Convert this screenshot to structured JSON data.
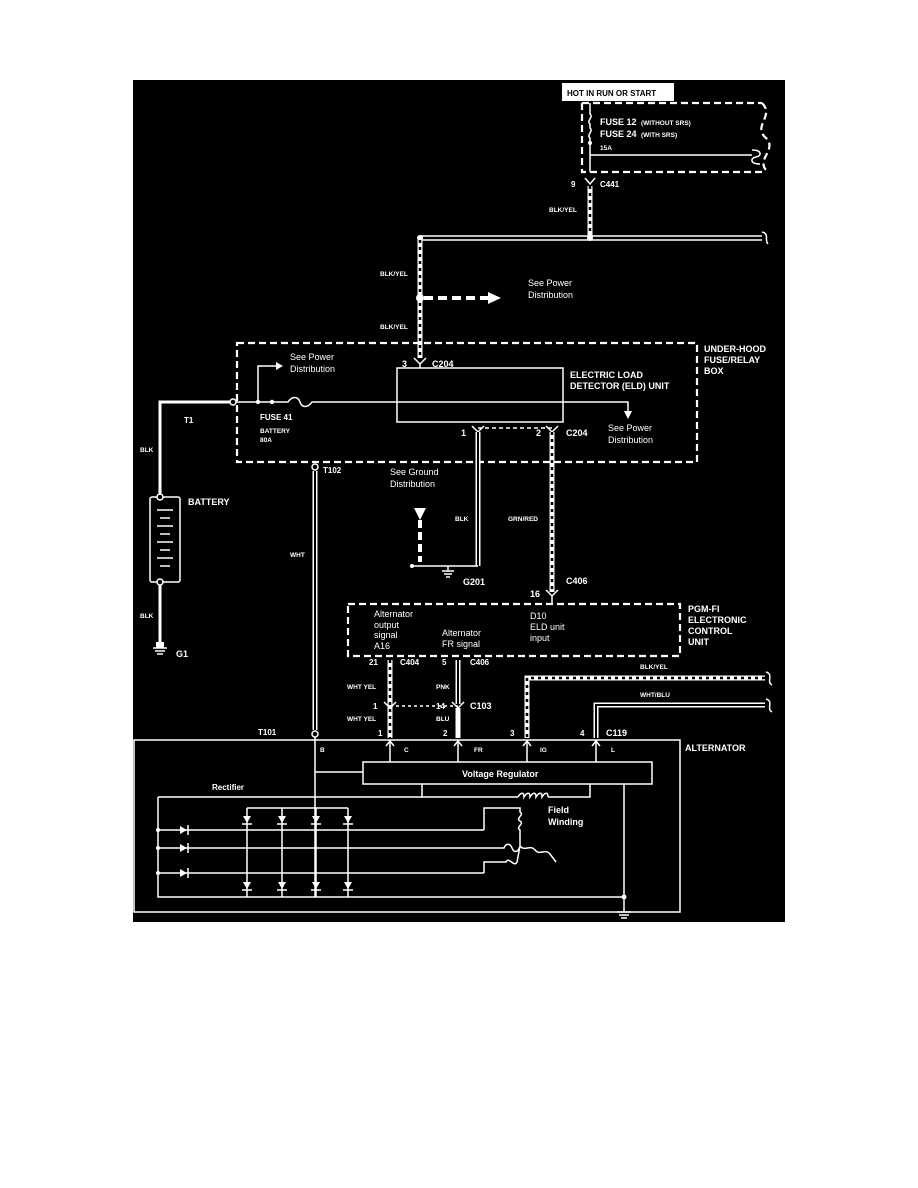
{
  "colors": {
    "background": "#000000",
    "foreground": "#ffffff"
  },
  "header": {
    "hot": "HOT IN RUN OR START"
  },
  "fuse": {
    "f12": "FUSE 12",
    "f12_note": "(WITHOUT SRS)",
    "f24": "FUSE 24",
    "f24_note": "(WITH SRS)",
    "rating": "15A",
    "f41": "FUSE 41",
    "f41_circuit": "BATTERY",
    "f41_rating": "80A"
  },
  "connectors": {
    "c441_pin": "9",
    "c441": "C441",
    "c204_pin3": "3",
    "c204_a": "C204",
    "c204_pin1": "1",
    "c204_pin2": "2",
    "c204_b": "C204",
    "c406_pin16": "16",
    "c406_a": "C406",
    "c404_pin21": "21",
    "c404": "C404",
    "c406_pin5": "5",
    "c406_b": "C406",
    "c103_pin1": "1",
    "c103_pin14": "14",
    "c103": "C103",
    "c119_pin1": "1",
    "c119_pin2": "2",
    "c119_pin3": "3",
    "c119_pin4": "4",
    "c119": "C119",
    "t1": "T1",
    "t101": "T101",
    "t102": "T102"
  },
  "wires": {
    "blk_yel_1": "BLK/YEL",
    "blk_yel_2": "BLK/YEL",
    "blk_yel_3": "BLK/YEL",
    "blk_yel_4": "BLK/YEL",
    "blk_1": "BLK",
    "blk_2": "BLK",
    "blk_3": "BLK",
    "grn_red": "GRN/RED",
    "wht": "WHT",
    "wht_yel_1": "WHT YEL",
    "wht_yel_2": "WHT YEL",
    "pnk": "PNK",
    "blu": "BLU",
    "wht_blu": "WHT/BLU"
  },
  "refs": {
    "power_1": [
      "See Power",
      "Distribution"
    ],
    "power_2": [
      "See Power",
      "Distribution"
    ],
    "power_3": [
      "See Power",
      "Distribution"
    ],
    "ground": [
      "See Ground",
      "Distribution"
    ]
  },
  "components": {
    "underhood": [
      "UNDER-HOOD",
      "FUSE/RELAY",
      "BOX"
    ],
    "eld": [
      "ELECTRIC LOAD",
      "DETECTOR (ELD) UNIT"
    ],
    "ecu": [
      "PGM-FI",
      "ELECTRONIC",
      "CONTROL",
      "UNIT"
    ],
    "alternator": "ALTERNATOR",
    "battery": "BATTERY",
    "voltage_regulator": "Voltage Regulator",
    "rectifier": "Rectifier",
    "field_winding": [
      "Field",
      "Winding"
    ]
  },
  "grounds": {
    "g1": "G1",
    "g201": "G201"
  },
  "ecu_terminals": {
    "a16": [
      "Alternator",
      "output",
      "signal",
      "A16"
    ],
    "fr": [
      "Alternator",
      "FR signal"
    ],
    "d10": [
      "D10",
      "ELD unit",
      "input"
    ]
  },
  "alternator_terminals": {
    "b": "B",
    "c": "C",
    "fr": "FR",
    "ig": "IG",
    "l": "L"
  }
}
